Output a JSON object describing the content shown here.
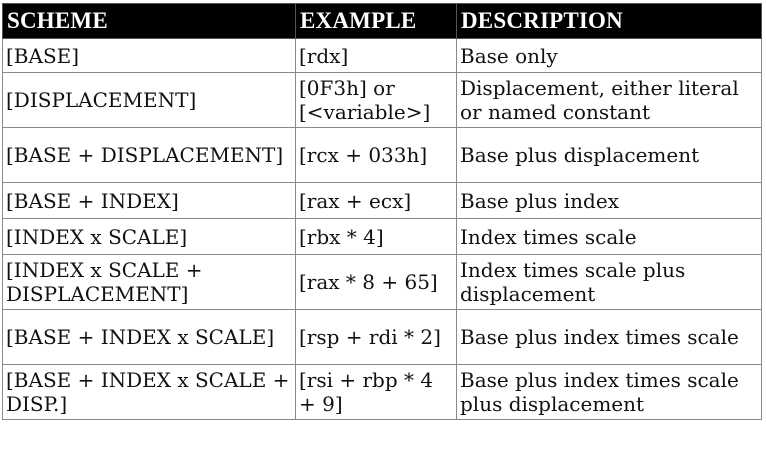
{
  "table": {
    "headers": [
      "SCHEME",
      "EXAMPLE",
      "DESCRIPTION"
    ],
    "rows": [
      {
        "scheme": "[BASE]",
        "example": "[rdx]",
        "description": "Base only"
      },
      {
        "scheme": "[DISPLACEMENT]",
        "example": "[0F3h] or [<variable>]",
        "description": "Displacement, either literal or named constant"
      },
      {
        "scheme": "[BASE + DISPLACEMENT]",
        "example": "[rcx + 033h]",
        "description": "Base plus displacement"
      },
      {
        "scheme": "[BASE + INDEX]",
        "example": "[rax + ecx]",
        "description": "Base plus index"
      },
      {
        "scheme": "[INDEX x SCALE]",
        "example": "[rbx * 4]",
        "description": "Index times scale"
      },
      {
        "scheme": "[INDEX x SCALE + DISPLACEMENT]",
        "example": "[rax * 8 + 65]",
        "description": "Index times scale plus displacement"
      },
      {
        "scheme": "[BASE + INDEX x SCALE]",
        "example": "[rsp + rdi * 2]",
        "description": "Base plus index times scale"
      },
      {
        "scheme": "[BASE + INDEX x SCALE + DISP.]",
        "example": "[rsi + rbp * 4 + 9]",
        "description": "Base plus index times scale plus displacement"
      }
    ]
  }
}
